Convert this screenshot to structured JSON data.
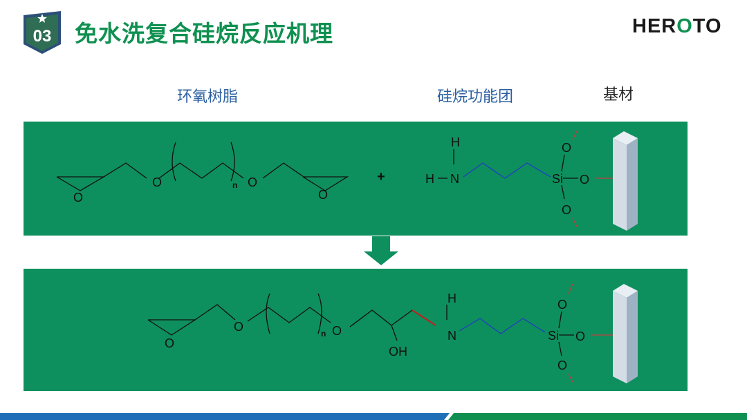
{
  "header": {
    "badge_number": "03",
    "title": "免水洗复合硅烷反应机理",
    "logo": {
      "part1": "HER",
      "part2": "O",
      "part3": "TO"
    }
  },
  "labels": {
    "epoxy": "环氧树脂",
    "silane": "硅烷功能团",
    "substrate": "基材"
  },
  "atoms": {
    "O": "O",
    "H": "H",
    "N": "N",
    "Si": "Si",
    "n": "n",
    "OH": "OH",
    "plus": "+"
  },
  "colors": {
    "brand_green": "#0f9050",
    "panel_green": "#0e8f5e",
    "bond_blue": "#1f3fc0",
    "bond_red": "#c02020",
    "footer_blue": "#1f6fb8"
  }
}
